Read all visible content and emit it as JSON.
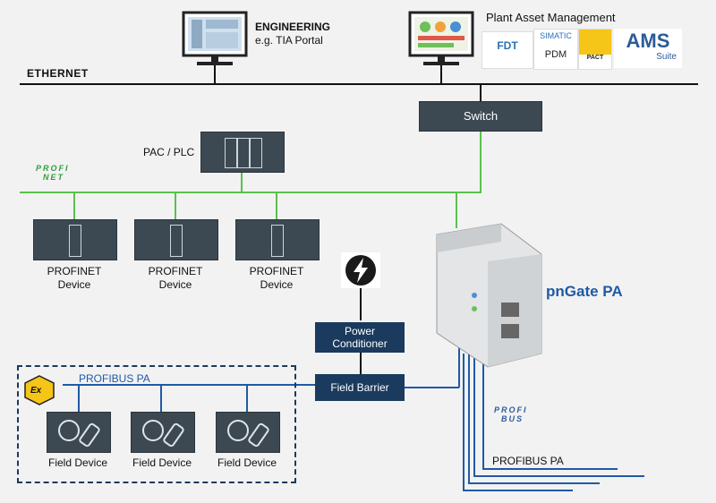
{
  "network": {
    "ethernet_label": "ETHERNET",
    "switch_label": "Switch"
  },
  "engineering": {
    "title": "ENGINEERING",
    "subtitle": "e.g. TIA Portal"
  },
  "asset_mgmt": {
    "title": "Plant Asset Management",
    "logos": [
      {
        "name": "fdt-logo",
        "text": "FDT"
      },
      {
        "name": "simatic-pdm-logo",
        "text_top": "SIMATIC",
        "text_bottom": "PDM"
      },
      {
        "name": "pactware-logo",
        "text": "PACT"
      },
      {
        "name": "ams-suite-logo",
        "text_top": "AMS",
        "text_bottom": "Suite"
      }
    ]
  },
  "plc": {
    "label": "PAC / PLC"
  },
  "profinet_logo": {
    "line1": "PROFI",
    "line2": "NET"
  },
  "profinet_devices": [
    {
      "line1": "PROFINET",
      "line2": "Device"
    },
    {
      "line1": "PROFINET",
      "line2": "Device"
    },
    {
      "line1": "PROFINET",
      "line2": "Device"
    }
  ],
  "power_conditioner": {
    "line1": "Power",
    "line2": "Conditioner"
  },
  "field_barrier": {
    "label": "Field Barrier"
  },
  "gateway": {
    "label": "pnGate PA"
  },
  "profibus_logo": {
    "line1": "PROFI",
    "line2": "BUS"
  },
  "profibus_pa_right": "PROFIBUS PA",
  "hazard_zone": {
    "ex_symbol": "Ex",
    "label": "PROFIBUS PA"
  },
  "field_devices": [
    {
      "label": "Field Device"
    },
    {
      "label": "Field Device"
    },
    {
      "label": "Field Device"
    }
  ],
  "colors": {
    "ethernet": "#111111",
    "profinet": "#59c14d",
    "profibus": "#1f5aa6",
    "navy": "#1a3a5e",
    "device_grey": "#3d4952"
  }
}
